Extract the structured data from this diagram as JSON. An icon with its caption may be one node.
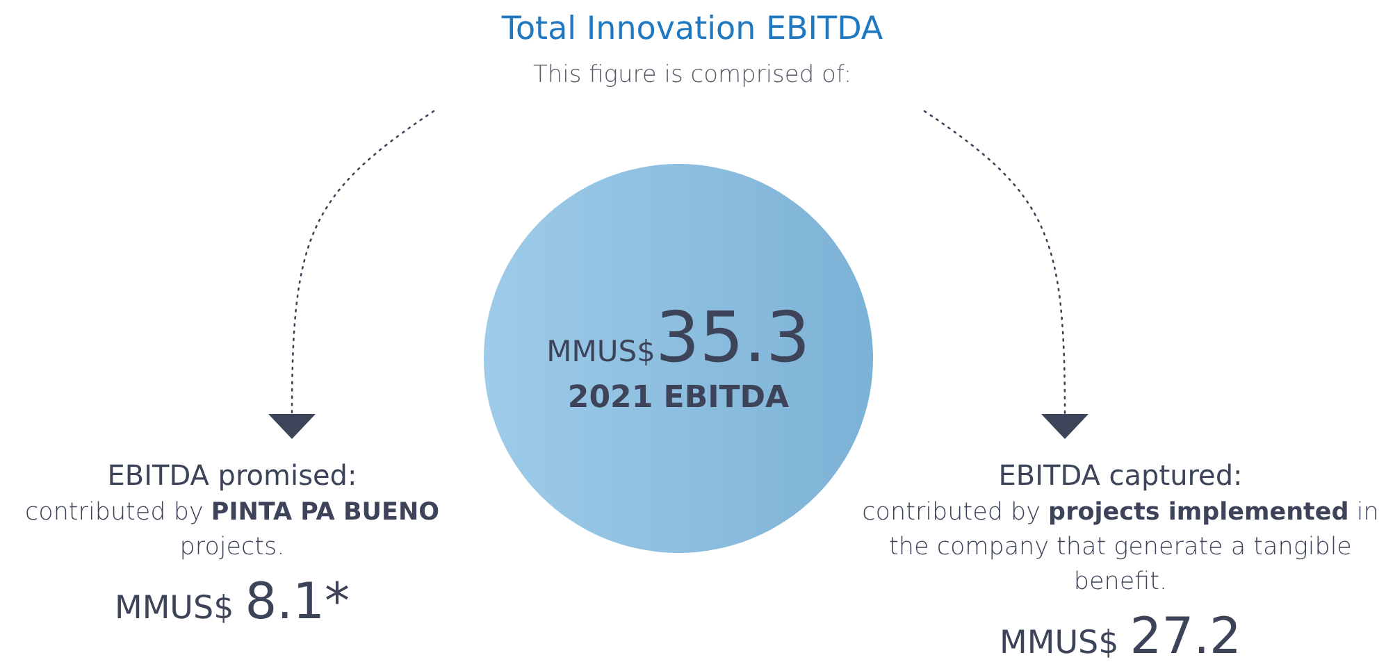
{
  "diagram": {
    "nodes": [
      {
        "text": [
          "Total Innovation EBITDA",
          "This figure is comprised of:"
        ]
      },
      {
        "text": [
          "MMUS$",
          "35.3",
          "2021 EBITDA"
        ]
      },
      {
        "text": [
          "EBITDA promised:",
          "contributed by **PINTA PA BUENO** projects.",
          "MMUS$",
          "8.1*"
        ]
      },
      {
        "text": [
          "EBITDA captured:",
          "contributed by **projects implemented** in the company that generate a tangible benefit.",
          "MMUS$",
          "27.2"
        ]
      }
    ],
    "edges": [
      {
        "from": 0,
        "to": 2,
        "arrow": "to",
        "style": "dashed"
      },
      {
        "from": 0,
        "to": 3,
        "arrow": "to",
        "style": "dashed"
      }
    ]
  }
}
